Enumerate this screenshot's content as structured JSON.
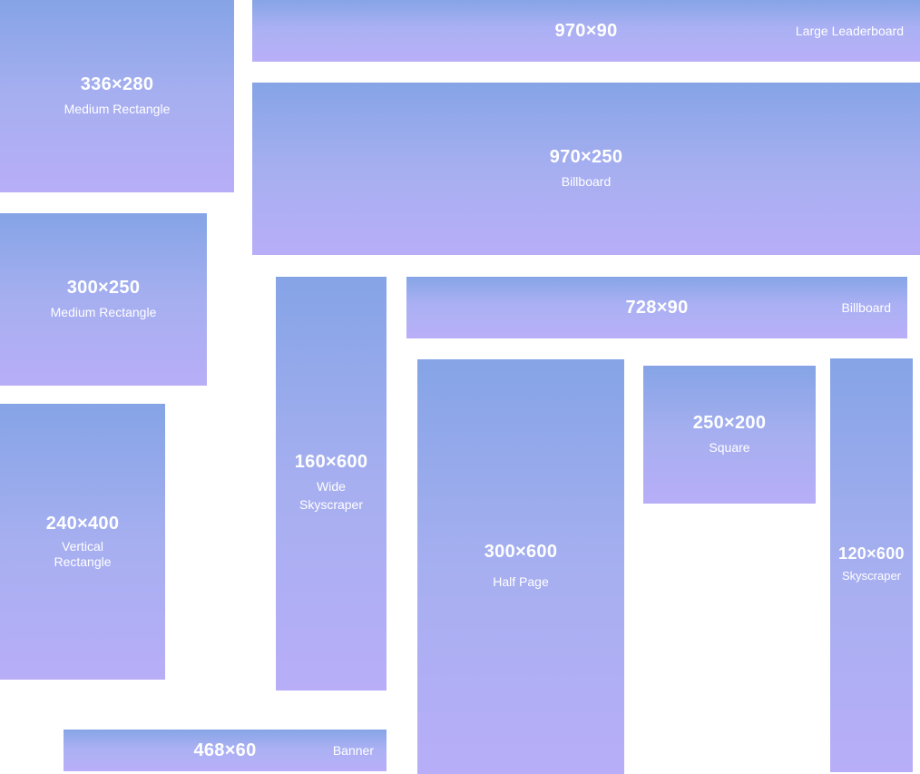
{
  "ads": [
    {
      "id": "medium-rectangle-336",
      "size": "336×280",
      "label": "Medium Rectangle"
    },
    {
      "id": "large-leaderboard",
      "size": "970×90",
      "label": "Large Leaderboard"
    },
    {
      "id": "billboard-970",
      "size": "970×250",
      "label": "Billboard"
    },
    {
      "id": "medium-rectangle-300",
      "size": "300×250",
      "label": "Medium Rectangle"
    },
    {
      "id": "wide-skyscraper",
      "size": "160×600",
      "label": "Wide\nSkyscraper"
    },
    {
      "id": "billboard-728",
      "size": "728×90",
      "label": "Billboard"
    },
    {
      "id": "vertical-rectangle",
      "size": "240×400",
      "label": "Vertical\nRectangle"
    },
    {
      "id": "half-page",
      "size": "300×600",
      "label": "Half Page"
    },
    {
      "id": "square",
      "size": "250×200",
      "label": "Square"
    },
    {
      "id": "skyscraper",
      "size": "120×600",
      "label": "Skyscraper"
    },
    {
      "id": "banner",
      "size": "468×60",
      "label": "Banner"
    }
  ]
}
